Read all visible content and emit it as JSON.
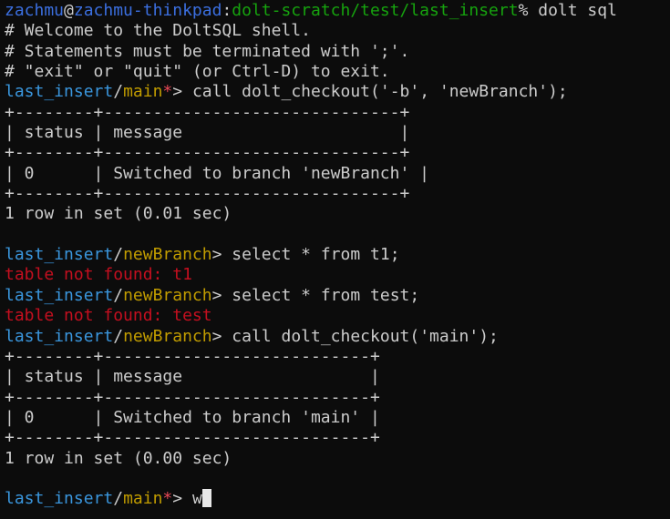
{
  "colors": {
    "background": "#0c0c0c",
    "text": "#cccccc",
    "user": "#3b6fe0",
    "path": "#16a30e",
    "db": "#3a96dd",
    "branch": "#c19c00",
    "dirty_star": "#e74856",
    "error": "#c50f1f"
  },
  "shell_prompt": {
    "user": "zachmu",
    "at": "@",
    "host": "zachmu-thinkpad",
    "colon": ":",
    "path": "dolt-scratch/test/last_insert",
    "suffix": "% ",
    "command": "dolt sql"
  },
  "welcome": [
    "# Welcome to the DoltSQL shell.",
    "# Statements must be terminated with ';'.",
    "# \"exit\" or \"quit\" (or Ctrl-D) to exit."
  ],
  "entries": [
    {
      "db": "last_insert",
      "slash": "/",
      "branch": "main",
      "star": "*",
      "gt": "> ",
      "command": "call dolt_checkout('-b', 'newBranch');",
      "output": [
        "+--------+------------------------------+",
        "| status | message                      |",
        "+--------+------------------------------+",
        "| 0      | Switched to branch 'newBranch' |",
        "+--------+------------------------------+",
        "1 row in set (0.01 sec)",
        ""
      ]
    },
    {
      "db": "last_insert",
      "slash": "/",
      "branch": "newBranch",
      "star": "",
      "gt": "> ",
      "command": "select * from t1;",
      "error": "table not found: t1"
    },
    {
      "db": "last_insert",
      "slash": "/",
      "branch": "newBranch",
      "star": "",
      "gt": "> ",
      "command": "select * from test;",
      "error": "table not found: test"
    },
    {
      "db": "last_insert",
      "slash": "/",
      "branch": "newBranch",
      "star": "",
      "gt": "> ",
      "command": "call dolt_checkout('main');",
      "output": [
        "+--------+---------------------------+",
        "| status | message                   |",
        "+--------+---------------------------+",
        "| 0      | Switched to branch 'main' |",
        "+--------+---------------------------+",
        "1 row in set (0.00 sec)",
        ""
      ]
    },
    {
      "db": "last_insert",
      "slash": "/",
      "branch": "main",
      "star": "*",
      "gt": "> ",
      "command": "w"
    }
  ]
}
